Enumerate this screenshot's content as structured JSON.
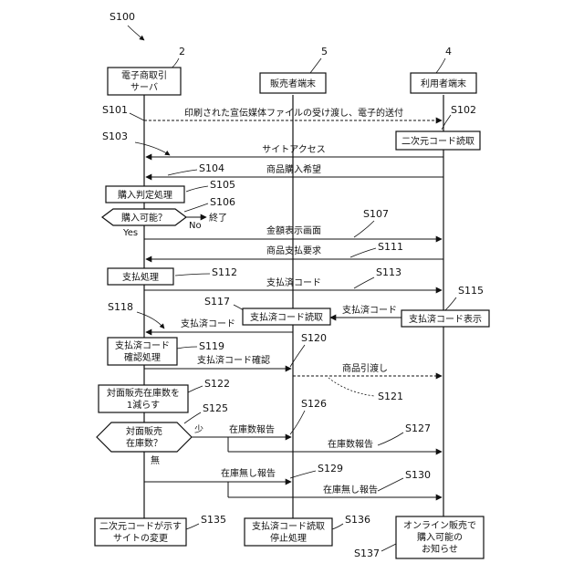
{
  "figure_label": "S100",
  "participants": [
    {
      "ref": "2",
      "name_line1": "電子商取引",
      "name_line2": "サーバ"
    },
    {
      "ref": "5",
      "name": "販売者端末"
    },
    {
      "ref": "4",
      "name": "利用者端末"
    }
  ],
  "steps": {
    "S101": {
      "ref": "S101",
      "text": "印刷された宣伝媒体ファイルの受け渡し、電子的送付"
    },
    "S102": {
      "ref": "S102",
      "text": "二次元コード読取"
    },
    "S103": {
      "ref": "S103",
      "text": "サイトアクセス"
    },
    "S104": {
      "ref": "S104",
      "text": "商品購入希望"
    },
    "S105": {
      "ref": "S105",
      "text": "購入判定処理"
    },
    "S106": {
      "ref": "S106",
      "text": "購入可能？",
      "no_label": "No",
      "end_label": "終了",
      "yes_label": "Yes"
    },
    "S107": {
      "ref": "S107",
      "text": "金額表示画面"
    },
    "S111": {
      "ref": "S111",
      "text": "商品支払要求"
    },
    "S112": {
      "ref": "S112",
      "text": "支払処理"
    },
    "S113": {
      "ref": "S113",
      "text": "支払済コード"
    },
    "S115": {
      "ref": "S115",
      "text": "支払済コード表示"
    },
    "S116_msg": {
      "text": "支払済コード"
    },
    "S117": {
      "ref": "S117",
      "text": "支払済コード読取"
    },
    "S118": {
      "ref": "S118",
      "text": "支払済コード"
    },
    "S119": {
      "ref": "S119",
      "text_line1": "支払済コード",
      "text_line2": "確認処理"
    },
    "S120": {
      "ref": "S120",
      "text": "支払済コード確認"
    },
    "S121": {
      "ref": "S121",
      "text": "商品引渡し"
    },
    "S122": {
      "ref": "S122",
      "text_line1": "対面販売在庫数を",
      "text_line2": "1減らす"
    },
    "S125": {
      "ref": "S125",
      "text_line1": "対面販売",
      "text_line2": "在庫数？",
      "few_label": "少",
      "none_label": "無"
    },
    "S126": {
      "ref": "S126",
      "text": "在庫数報告"
    },
    "S127": {
      "ref": "S127",
      "text": "在庫数報告"
    },
    "S129": {
      "ref": "S129",
      "text": "在庫無し報告"
    },
    "S130": {
      "ref": "S130",
      "text": "在庫無し報告"
    },
    "S135": {
      "ref": "S135",
      "text_line1": "二次元コードが示す",
      "text_line2": "サイトの変更"
    },
    "S136": {
      "ref": "S136",
      "text_line1": "支払済コード読取",
      "text_line2": "停止処理"
    },
    "S137": {
      "ref": "S137",
      "text_line1": "オンライン販売で",
      "text_line2": "購入可能の",
      "text_line3": "お知らせ"
    }
  }
}
